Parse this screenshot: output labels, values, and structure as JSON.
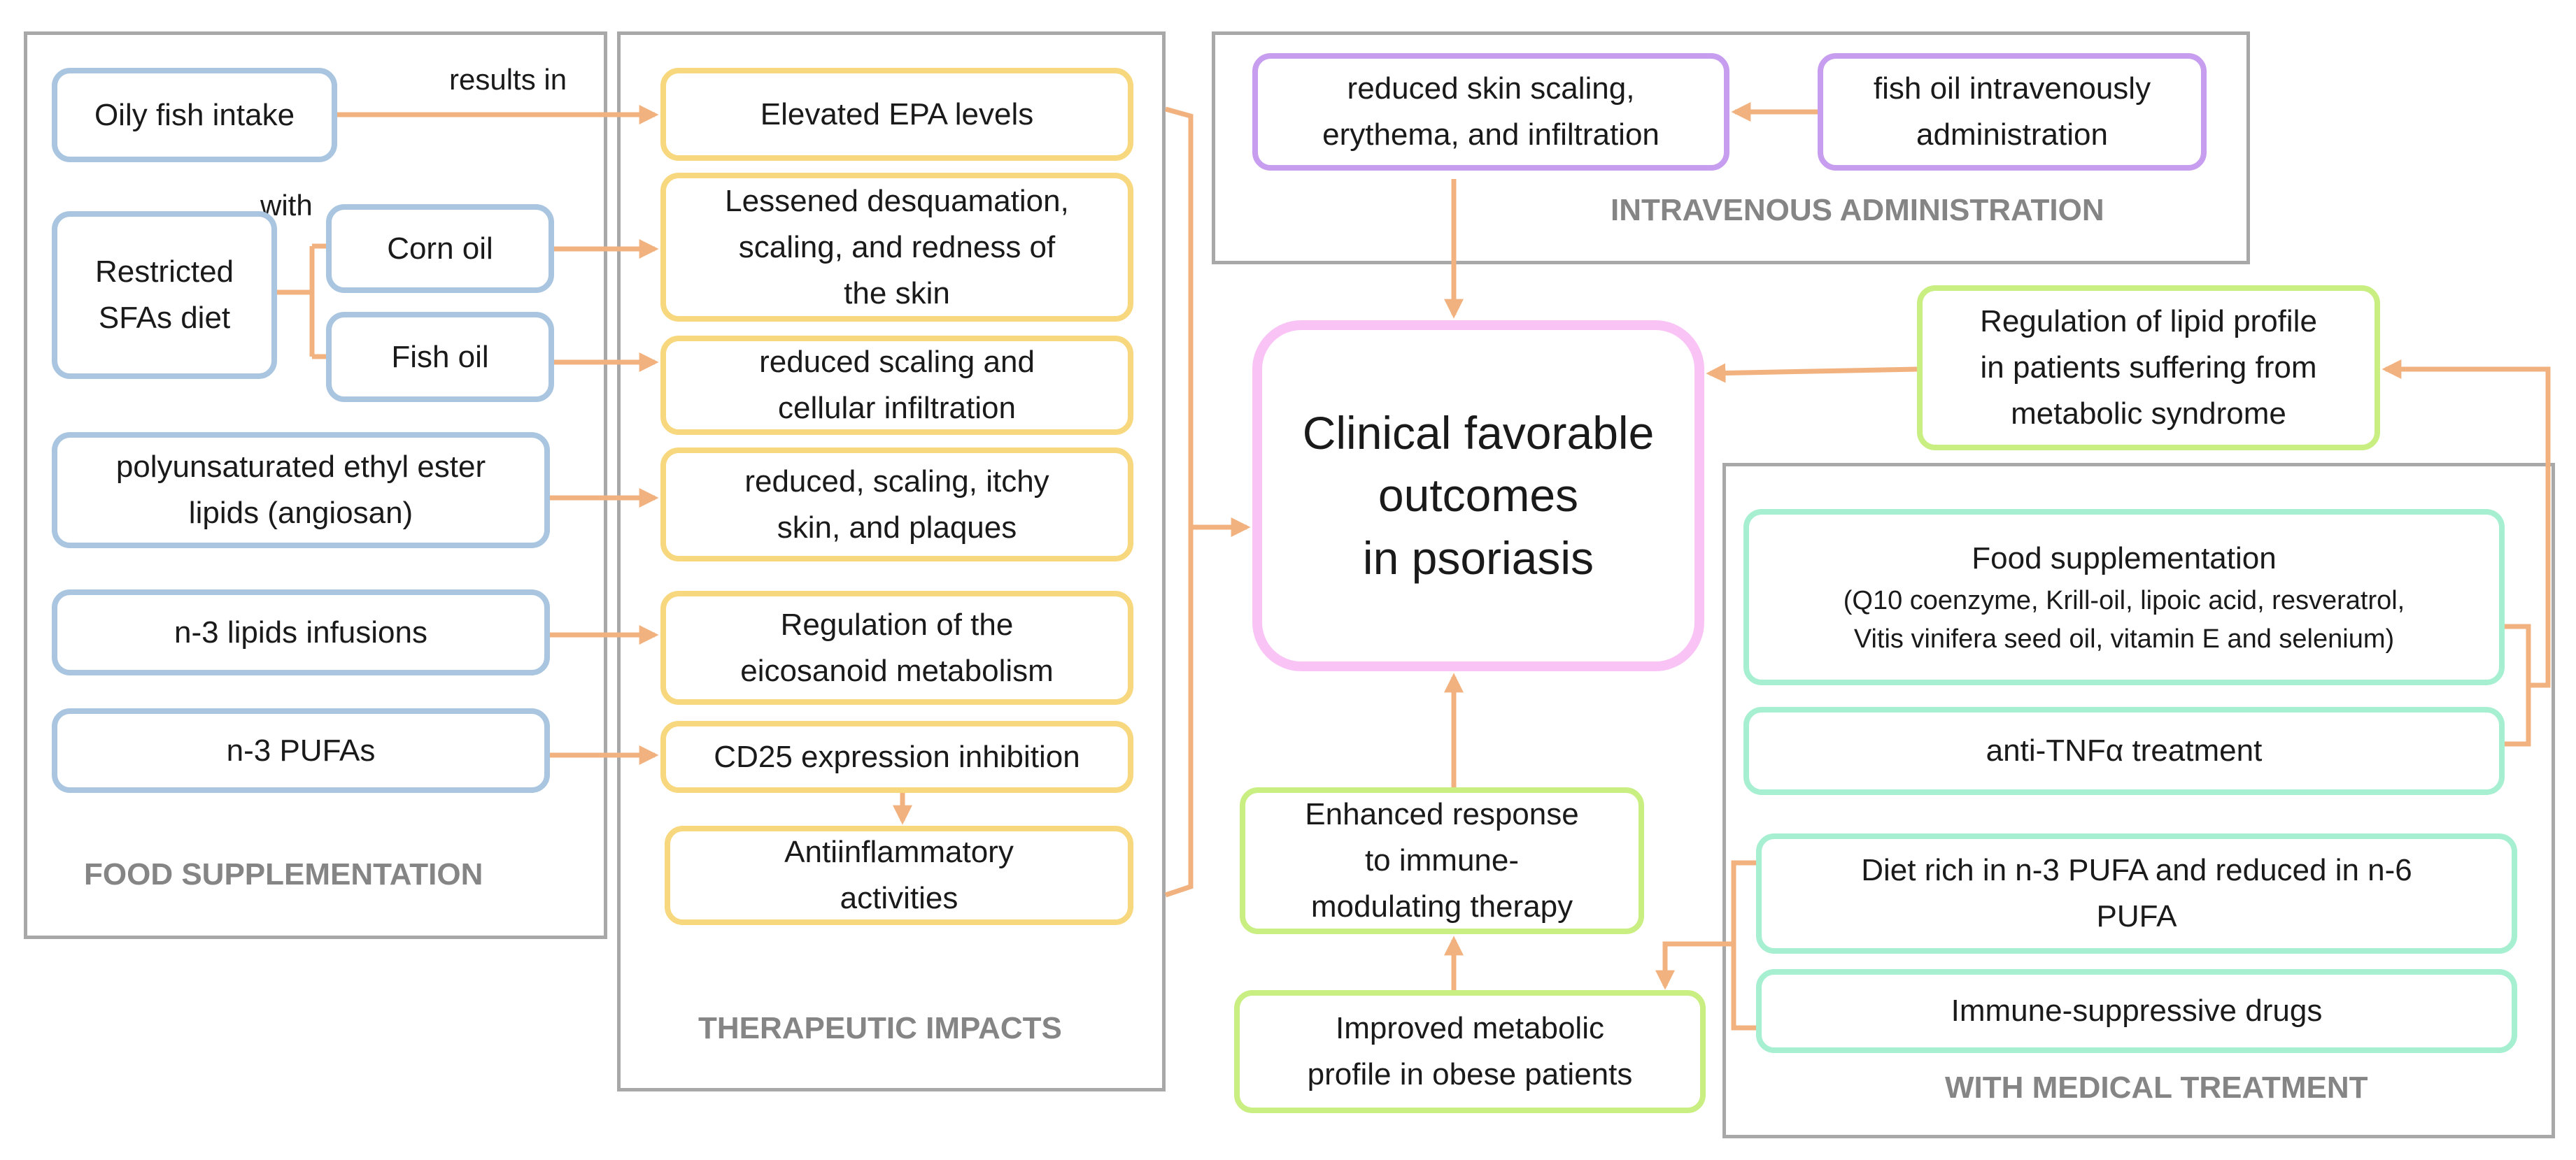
{
  "groups": {
    "food": "FOOD SUPPLEMENTATION",
    "therapeutic": "THERAPEUTIC IMPACTS",
    "intravenous": "INTRAVENOUS ADMINISTRATION",
    "medical": "WITH MEDICAL TREATMENT"
  },
  "edge_labels": {
    "results_in": "results in",
    "with": "with"
  },
  "nodes": {
    "oily_fish": "Oily fish intake",
    "restricted_sfa": [
      "Restricted",
      "SFAs diet"
    ],
    "corn_oil": "Corn oil",
    "fish_oil": "Fish oil",
    "angiosan": [
      "polyunsaturated ethyl ester",
      "lipids (angiosan)"
    ],
    "n3_infusions": "n-3 lipids infusions",
    "n3_pufas": "n-3 PUFAs",
    "epa": "Elevated EPA levels",
    "desquamation": [
      "Lessened desquamation,",
      "scaling, and redness of",
      "the skin"
    ],
    "scaling_infiltration": [
      "reduced scaling and",
      "cellular infiltration"
    ],
    "itchy": [
      "reduced, scaling, itchy",
      "skin, and plaques"
    ],
    "eicosanoid": [
      "Regulation of  the",
      "eicosanoid metabolism"
    ],
    "cd25": "CD25 expression inhibition",
    "antiinflammatory": [
      "Antiinflammatory",
      "activities"
    ],
    "skin_reduced": [
      "reduced skin scaling,",
      "erythema, and infiltration"
    ],
    "iv_fish_oil": [
      "fish oil intravenously",
      "administration"
    ],
    "center": [
      "Clinical favorable",
      "outcomes",
      "in psoriasis"
    ],
    "lipid_profile": [
      "Regulation of lipid profile",
      "in patients suffering from",
      "metabolic syndrome"
    ],
    "food_supp": "Food supplementation",
    "food_supp_detail": [
      "(Q10 coenzyme,  Krill-oil, lipoic acid, resveratrol,",
      "Vitis vinifera seed oil, vitamin E and selenium)"
    ],
    "anti_tnf": "anti-TNFα treatment",
    "diet_rich": [
      "Diet rich in n-3 PUFA and reduced in n-6",
      "PUFA"
    ],
    "immune_drugs": "Immune-suppressive drugs",
    "enhanced_response": [
      "Enhanced response",
      "to immune-",
      "modulating therapy"
    ],
    "metabolic_profile": [
      "Improved metabolic",
      "profile in obese patients"
    ]
  },
  "colors": {
    "blue": "#a9c5e0",
    "yellow": "#f8d87e",
    "purple": "#c79df0",
    "green": "#c9ee82",
    "teal": "#a6efd0",
    "pink": "#f9c4f5",
    "connector": "#f2b27f",
    "group_border": "#a8a8a8",
    "group_label": "#858585"
  }
}
